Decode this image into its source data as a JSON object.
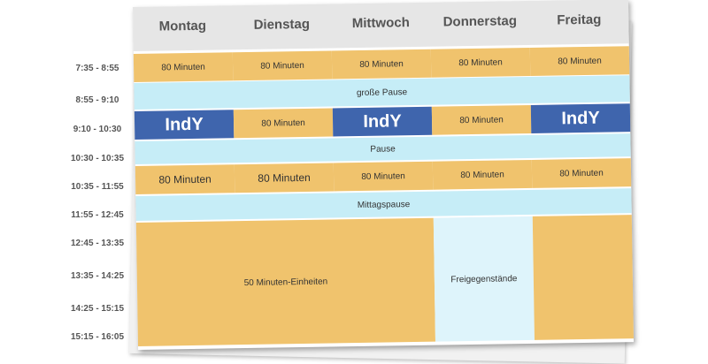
{
  "days": [
    "Montag",
    "Dienstag",
    "Mittwoch",
    "Donnerstag",
    "Freitag"
  ],
  "times": [
    "7:35 - 8:55",
    "8:55 - 9:10",
    "9:10 - 10:30",
    "10:30 - 10:35",
    "10:35 - 11:55",
    "11:55 - 12:45",
    "12:45 - 13:35",
    "13:35 - 14:25",
    "14:25 - 15:15",
    "15:15 - 16:05"
  ],
  "block1": [
    "80 Minuten",
    "80 Minuten",
    "80 Minuten",
    "80 Minuten",
    "80 Minuten"
  ],
  "pause1": "große Pause",
  "block2": [
    "IndY",
    "80 Minuten",
    "IndY",
    "80 Minuten",
    "IndY"
  ],
  "pause2": "Pause",
  "block3": [
    "80 Minuten",
    "80 Minuten",
    "80 Minuten",
    "80 Minuten",
    "80 Minuten"
  ],
  "pause3": "Mittagspause",
  "afternoon": "50 Minuten-Einheiten",
  "free": "Freigegenstände",
  "colors": {
    "lesson": "#f0c36d",
    "pause": "#c6edf7",
    "indy": "#3f65ad",
    "free": "#def4fb",
    "header": "#e6e6e6"
  }
}
